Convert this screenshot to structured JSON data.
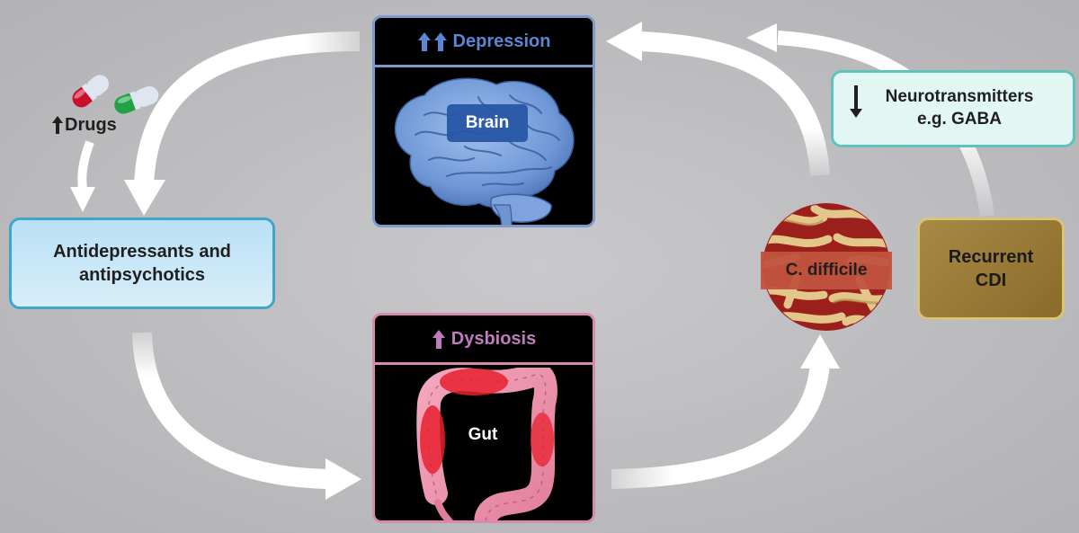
{
  "drugs": {
    "label": "Drugs"
  },
  "antidepressants": {
    "line1": "Antidepressants and",
    "line2": "antipsychotics"
  },
  "depression": {
    "title": "Depression",
    "organ_label": "Brain"
  },
  "dysbiosis": {
    "title": "Dysbiosis",
    "organ_label": "Gut"
  },
  "neurotransmitters": {
    "line1": "Neurotransmitters",
    "line2": "e.g. GABA"
  },
  "cdiff": {
    "label": "C. difficile"
  },
  "recurrent": {
    "line1": "Recurrent",
    "line2": "CDI"
  },
  "colors": {
    "depression_border": "#7f9ac8",
    "depression_text": "#5b86d4",
    "dysbiosis_border": "#d889b0",
    "dysbiosis_text": "#c07bbf",
    "antidep_fill": "#cfe9f8",
    "antidep_border": "#3fa6c9",
    "neuro_fill": "#e2f6f4",
    "neuro_border": "#5fc2bb",
    "recurrent_fill": "#9b7d3a",
    "recurrent_border": "#d7c477",
    "cdiff_label_fill": "#c0533e",
    "arrow": "#ffffff"
  }
}
